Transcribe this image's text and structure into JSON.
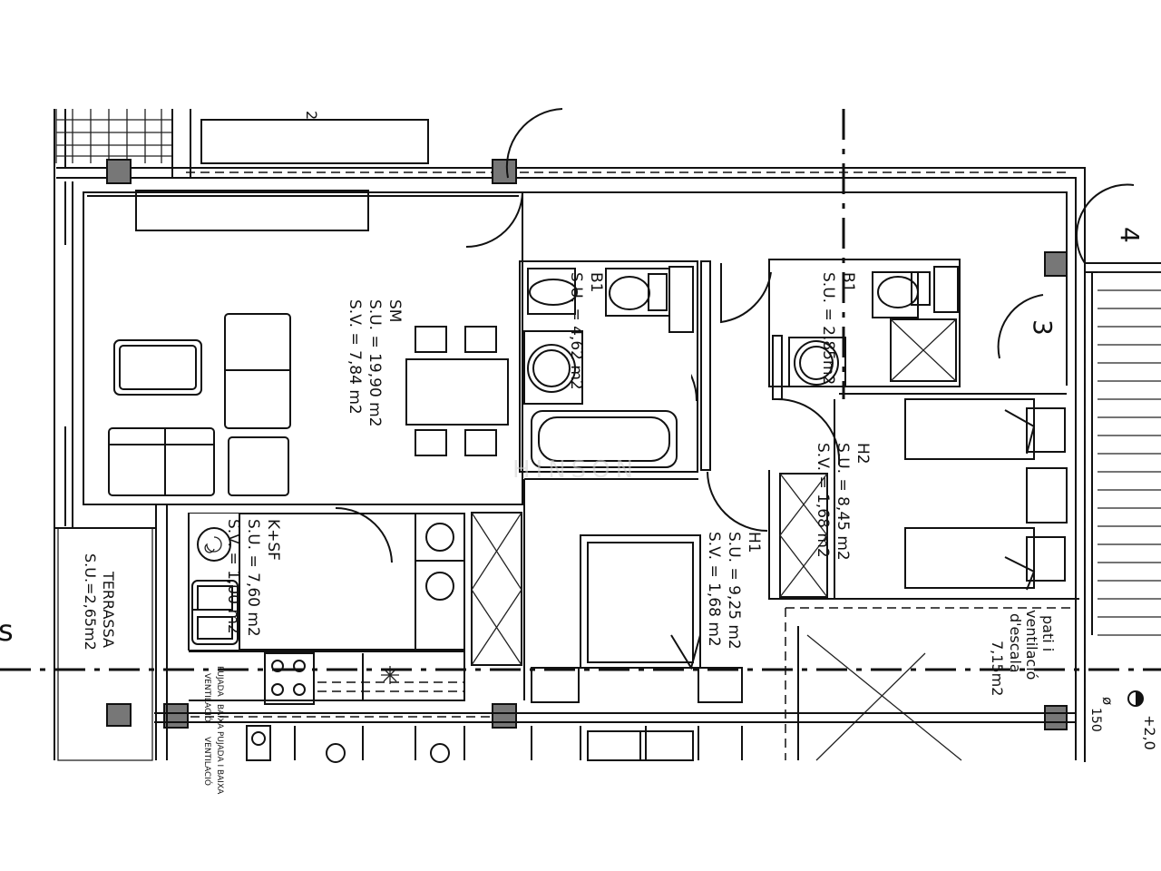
{
  "rooms": {
    "sm": {
      "name": "SM",
      "su": "S.U. = 19,90 m2",
      "sv": "S.V. = 7,84 m2"
    },
    "b1_left": {
      "name": "B1",
      "su": "S.U. = 4,62 m2"
    },
    "b1_right": {
      "name": "B1",
      "su": "S.U. = 2,85m2"
    },
    "kitchen": {
      "name": "K+SF",
      "su": "S.U. = 7,60 m2",
      "sv": "S.V. = 1,00 m2"
    },
    "terrassa": {
      "name": "TERRASSA",
      "su": "S.U.=2,65m2"
    },
    "h1": {
      "name": "H1",
      "su": "S.U. = 9,25 m2",
      "sv": "S.V. = 1,68 m2"
    },
    "h2": {
      "name": "H2",
      "su": "S.U. = 8,45 m2",
      "sv": "S.V. = 1,68 m2"
    },
    "pati": {
      "line1": "pati i",
      "line2": "ventilació",
      "line3": "d'escala",
      "line4": "7,15m2"
    }
  },
  "marks": {
    "n2": "2",
    "n3": "3",
    "n4": "4",
    "ventilacio": "VENTILACIÓ",
    "pujada": "PUJADA I BAIXA",
    "diam": "ø",
    "d150": "150",
    "level": "+2,0",
    "s_edge": "s"
  },
  "watermark": "HINSON"
}
